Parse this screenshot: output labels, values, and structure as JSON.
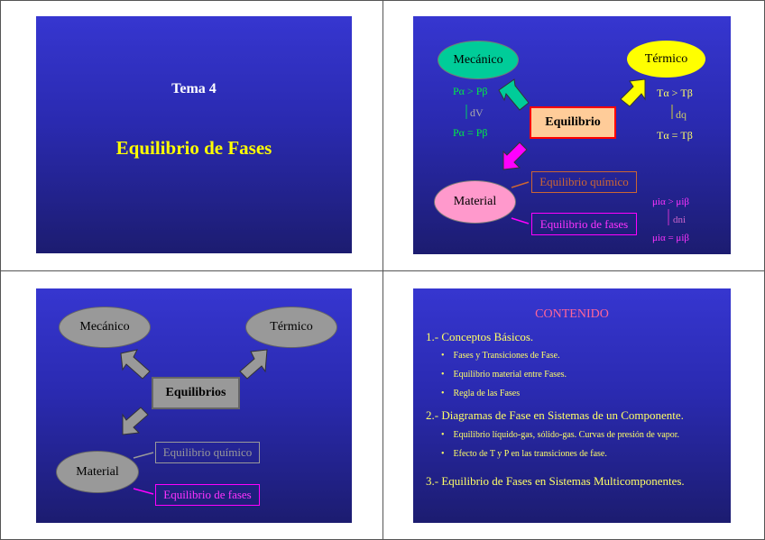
{
  "slide1": {
    "subtitle": "Tema 4",
    "title": "Equilibrio de Fases"
  },
  "slide2": {
    "mecanico": "Mecánico",
    "termico": "Térmico",
    "equilibrio": "Equilibrio",
    "material": "Material",
    "quimico": "Equilibrio químico",
    "fases": "Equilibrio de fases",
    "p1": "Pα > Pβ",
    "dV": "dV",
    "p2": "Pα = Pβ",
    "t1": "Tα > Tβ",
    "dq": "dq",
    "t2": "Tα = Tβ",
    "mu1": "μiα > μiβ",
    "dn": "dni",
    "mu2": "μiα = μiβ",
    "colors": {
      "mecanico": "#00cc99",
      "termico": "#ffff00",
      "material": "#ff99cc",
      "equilibrio": "#ffcc99",
      "quimico": "#cc6633",
      "fases": "#cc00cc"
    }
  },
  "slide3": {
    "mecanico": "Mecánico",
    "termico": "Térmico",
    "equilibrios": "Equilibrios",
    "material": "Material",
    "quimico": "Equilibrio químico",
    "fases": "Equilibrio de fases"
  },
  "slide4": {
    "title": "CONTENIDO",
    "items": [
      {
        "label": "1.- Conceptos Básicos.",
        "subs": [
          "Fases y Transiciones de Fase.",
          "Equilibrio material entre Fases.",
          "Regla de las Fases"
        ]
      },
      {
        "label": "2.- Diagramas de Fase en Sistemas de un Componente.",
        "subs": [
          "Equilibrio líquido-gas, sólido-gas. Curvas de presión de vapor.",
          "Efecto de T y P en las transiciones de fase."
        ]
      },
      {
        "label": "3.- Equilibrio de Fases en Sistemas Multicomponentes.",
        "subs": []
      }
    ],
    "bullet": "•"
  }
}
